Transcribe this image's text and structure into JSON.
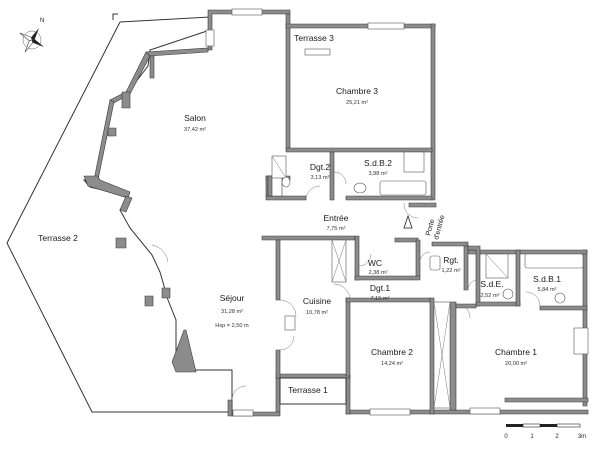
{
  "rooms": [
    {
      "key": "terrasse3",
      "name": "Terrasse 3",
      "area": ""
    },
    {
      "key": "chambre3",
      "name": "Chambre 3",
      "area": "25,21 m²"
    },
    {
      "key": "salon",
      "name": "Salon",
      "area": "37,42 m²"
    },
    {
      "key": "dgt2",
      "name": "Dgt.2",
      "area": "3,13 m²"
    },
    {
      "key": "sdb2",
      "name": "S.d.B.2",
      "area": "3,98 m²"
    },
    {
      "key": "entree",
      "name": "Entrée",
      "area": "7,75 m²"
    },
    {
      "key": "terrasse2",
      "name": "Terrasse 2",
      "area": ""
    },
    {
      "key": "wc",
      "name": "WC",
      "area": "2,38 m²"
    },
    {
      "key": "rgt",
      "name": "Rgt.",
      "area": "1,22 m²"
    },
    {
      "key": "sde",
      "name": "S.d.E.",
      "area": "2,52 m²"
    },
    {
      "key": "sdb1",
      "name": "S.d.B.1",
      "area": "5,84 m²"
    },
    {
      "key": "dgt1",
      "name": "Dgt.1",
      "area": "7,15 m²"
    },
    {
      "key": "sejour",
      "name": "Séjour",
      "area": "31,28 m²",
      "extra": "Hsp = 2,50 m"
    },
    {
      "key": "cuisine",
      "name": "Cuisine",
      "area": "10,78 m²"
    },
    {
      "key": "chambre2",
      "name": "Chambre 2",
      "area": "14,24 m²"
    },
    {
      "key": "chambre1",
      "name": "Chambre 1",
      "area": "20,00 m²"
    },
    {
      "key": "terrasse1",
      "name": "Terrasse 1",
      "area": ""
    }
  ],
  "entrance": {
    "line1": "Porte",
    "line2": "d'entrée"
  },
  "scale": {
    "ticks": [
      "0",
      "1",
      "2",
      "3m"
    ]
  },
  "compass": {
    "north": "N"
  }
}
